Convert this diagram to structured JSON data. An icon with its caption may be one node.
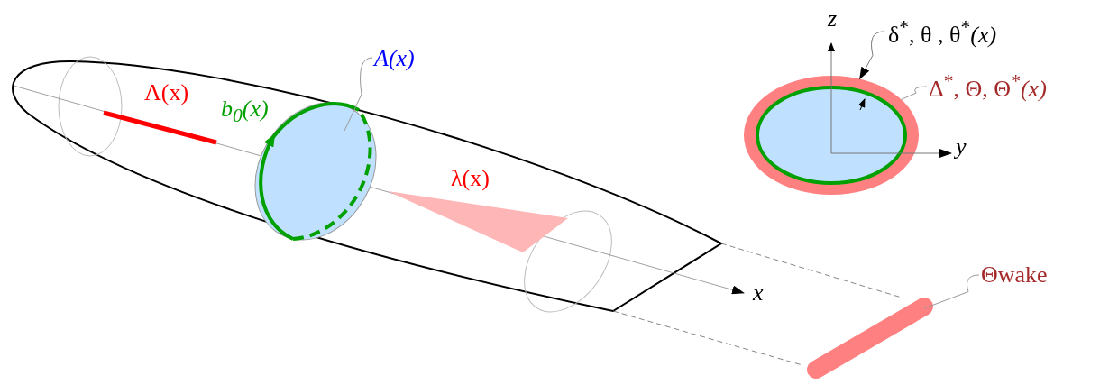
{
  "diagram": {
    "nodes": [
      {
        "text": [
          "*A(x)*"
        ]
      },
      {
        "text": [],
        "shape": "ellipse"
      },
      {
        "text": [
          "δ$^{*}$, θ , θ$^{*}$*(x)*"
        ]
      },
      {
        "text": [],
        "shape": "ring"
      },
      {
        "text": [
          "Δ$^{*}$, Θ, Θ$^{*}$*(x)*"
        ]
      },
      {
        "text": [
          "Θwake"
        ]
      },
      {
        "text": [],
        "shape": "bar"
      },
      {
        "text": [],
        "shape": "wedge"
      }
    ],
    "edges": [
      {
        "from": 0,
        "to": 1,
        "arrow": "none"
      },
      {
        "from": 2,
        "to": 3,
        "arrow": "to"
      },
      {
        "from": 4,
        "to": 3,
        "arrow": "none"
      },
      {
        "from": 5,
        "to": 6,
        "arrow": "none"
      }
    ],
    "labels": [
      "Λ(x)",
      "b$_{0}$(x)",
      "λ(x)",
      "x",
      "z",
      "y"
    ]
  }
}
